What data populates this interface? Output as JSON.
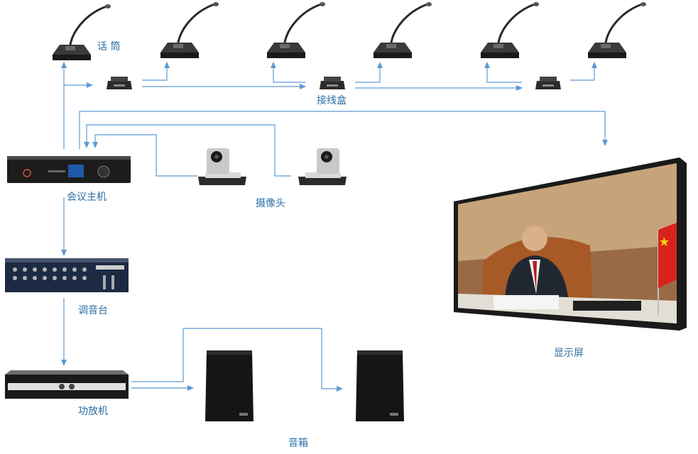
{
  "labels": {
    "microphone": "话 筒",
    "junction_box": "接线盒",
    "host": "会议主机",
    "camera": "摄像头",
    "mixer": "调音台",
    "amplifier": "功放机",
    "speaker": "音箱",
    "display": "显示屏"
  },
  "colors": {
    "wire": "#5b9bd5",
    "label": "#2b6ea3",
    "device_dark": "#1f1f1f"
  },
  "icons": {
    "microphone": "gooseneck-microphone-icon",
    "junction_box": "junction-box-icon",
    "host": "conference-host-unit-icon",
    "camera": "ptz-camera-icon",
    "mixer": "audio-mixer-icon",
    "amplifier": "power-amplifier-icon",
    "speaker": "loudspeaker-icon",
    "display": "display-screen-icon"
  }
}
